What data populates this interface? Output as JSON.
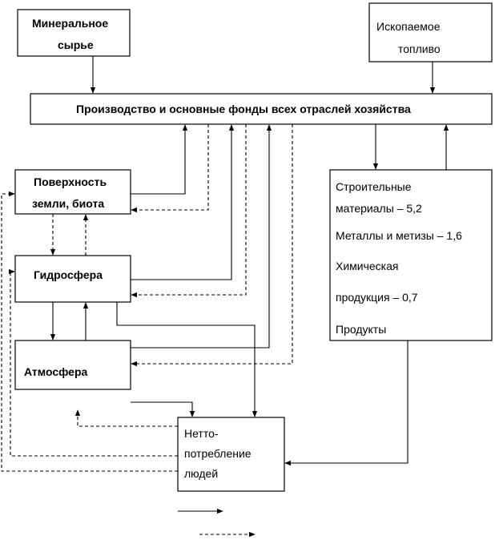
{
  "boxes": {
    "mineral": [
      "Минеральное",
      "сырье"
    ],
    "fossil": [
      "Ископаемое",
      "топливо"
    ],
    "production": "Производство и основные фонды всех отраслей хозяйства",
    "surface": [
      "Поверхность",
      "земли, биота"
    ],
    "hydro": "Гидросфера",
    "atmo": "Атмосфера",
    "materials": [
      "Строительные",
      "материалы – 5,2",
      "Металлы и метизы – 1,6",
      "Химическая",
      "продукция – 0,7",
      "Продукты"
    ],
    "consumption": [
      "Нетто-",
      "потребление",
      "людей"
    ]
  }
}
